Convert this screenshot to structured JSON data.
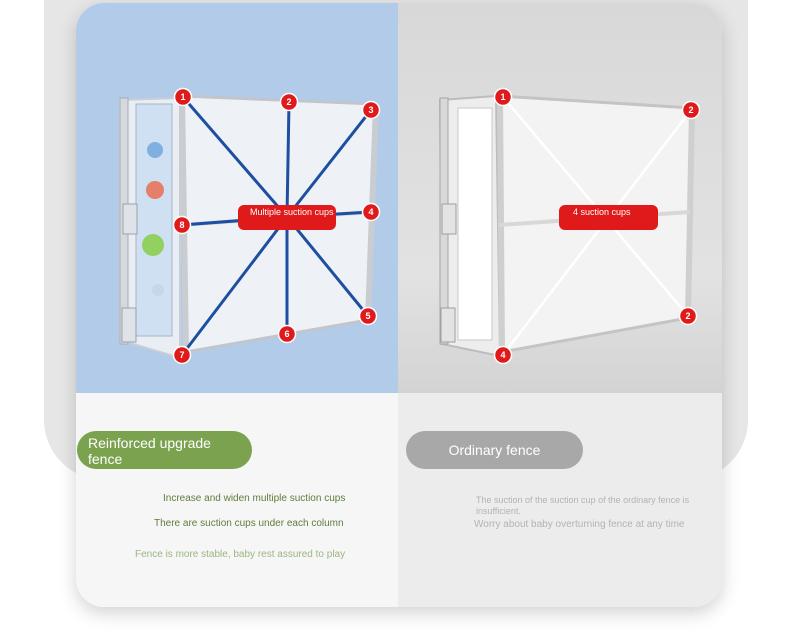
{
  "left": {
    "center_label": "Multiple suction cups",
    "badges": [
      "1",
      "2",
      "3",
      "4",
      "5",
      "6",
      "7",
      "8"
    ],
    "pill": "Reinforced upgrade fence",
    "notes": [
      "Increase and widen multiple suction cups",
      "There are suction cups under each column",
      "Fence is more stable, baby rest assured to play"
    ]
  },
  "right": {
    "center_label": "4 suction cups",
    "badges": [
      "1",
      "2",
      "2",
      "4"
    ],
    "pill": "Ordinary fence",
    "notes": [
      "The suction of the suction cup of the ordinary fence is insufficient.",
      "Worry about baby overturning fence at any time"
    ]
  },
  "colors": {
    "left_bg": "#b2cbe9",
    "right_bg": "#dcdcdc",
    "badge_red": "#e01a1a",
    "spoke_blue": "#1d4fa0",
    "green_pill": "#7aa24f",
    "gray_pill": "#a8a8a8"
  }
}
